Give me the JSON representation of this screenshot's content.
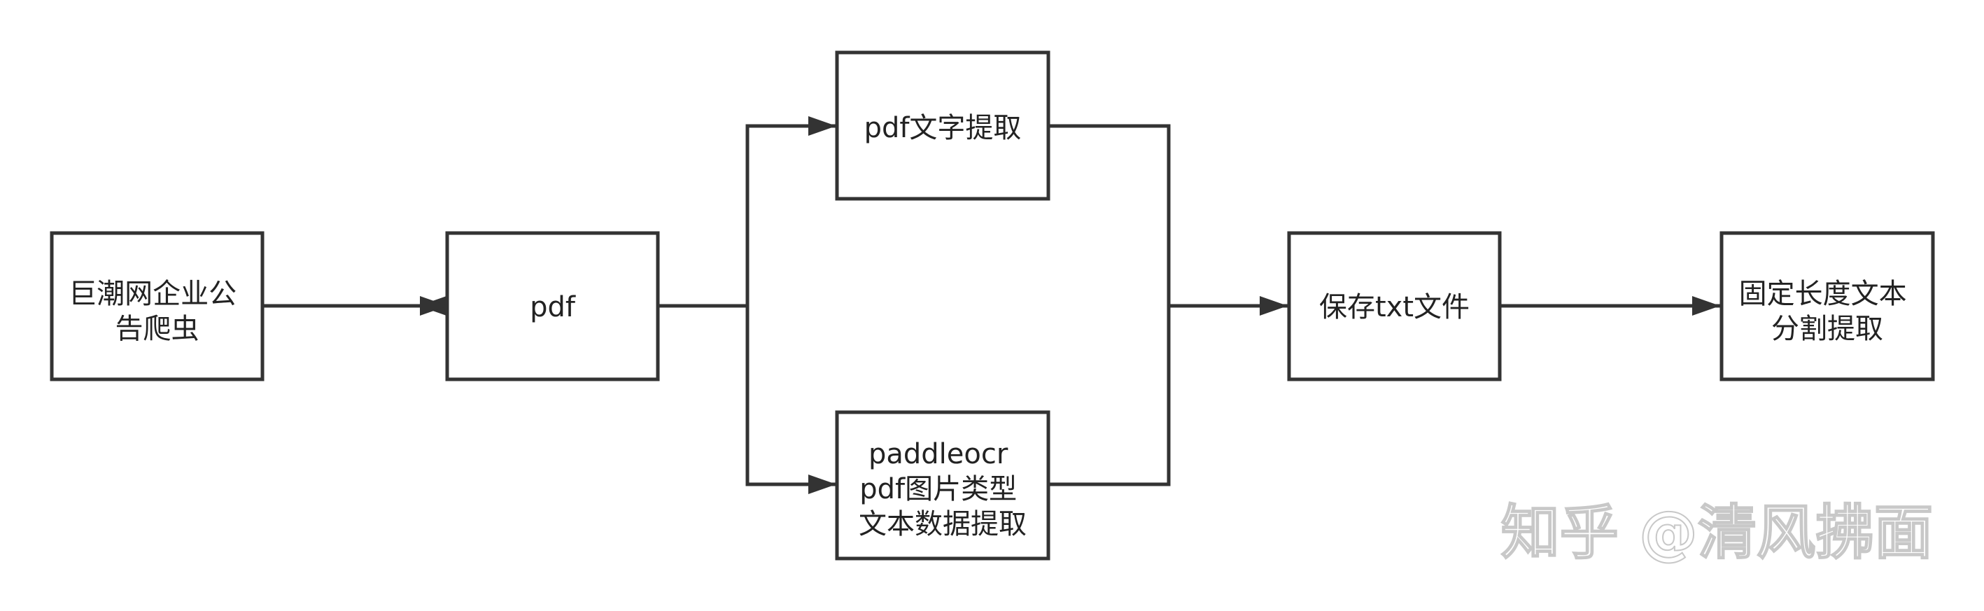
{
  "nodes": {
    "crawler": {
      "lines": [
        "巨潮网企业公",
        "告爬虫"
      ]
    },
    "pdf": {
      "lines": [
        "pdf"
      ]
    },
    "pdf_text_extract": {
      "lines": [
        "pdf文字提取"
      ]
    },
    "paddleocr_extract": {
      "lines": [
        "paddleocr",
        "pdf图片类型",
        "文本数据提取"
      ]
    },
    "save_txt": {
      "lines": [
        "保存txt文件"
      ]
    },
    "fixed_length_split": {
      "lines": [
        "固定长度文本",
        "分割提取"
      ]
    }
  },
  "watermark": {
    "text": "知乎 @清风拂面"
  },
  "colors": {
    "stroke": "#333333",
    "text": "#222222",
    "background": "#ffffff"
  }
}
